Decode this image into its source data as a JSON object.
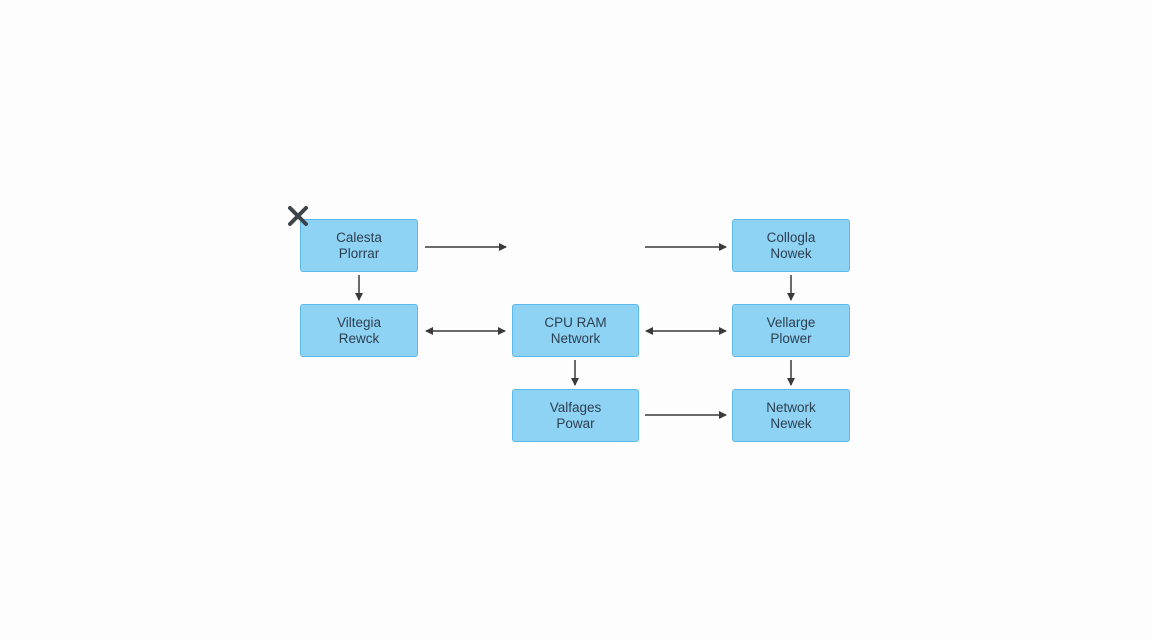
{
  "nodes": [
    {
      "id": "n1",
      "line1": "Calesta",
      "line2": "Plorrar"
    },
    {
      "id": "n2",
      "line1": "Collogla",
      "line2": "Nowek"
    },
    {
      "id": "n3",
      "line1": "Viltegia",
      "line2": "Rewck"
    },
    {
      "id": "n4",
      "line1": "CPU RAM",
      "line2": "Network"
    },
    {
      "id": "n5",
      "line1": "Vellarge",
      "line2": "Plower"
    },
    {
      "id": "n6",
      "line1": "Valfages",
      "line2": "Powar"
    },
    {
      "id": "n7",
      "line1": "Network",
      "line2": "Newek"
    }
  ],
  "colors": {
    "node_fill": "#8fd3f4",
    "node_border": "#5bb8e8",
    "node_text": "#2c3e50",
    "edge": "#3a3a3a",
    "close_mark": "#3c4349"
  },
  "icons": {
    "close_mark": "close-icon"
  }
}
